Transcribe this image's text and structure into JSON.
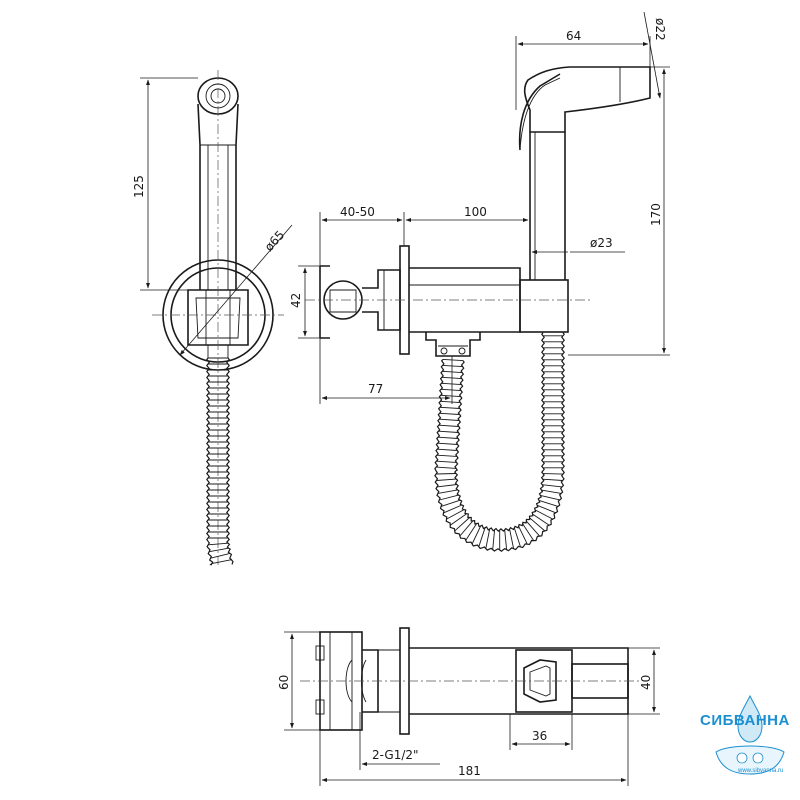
{
  "dimensions": {
    "hose_length": "125",
    "flange_dia": "ø65",
    "head_length": "64",
    "head_dia": "ø22",
    "total_height": "170",
    "wall_offset": "40-50",
    "body_length": "100",
    "holder_dia": "ø23",
    "outlet_height": "42",
    "outlet_offset": "77",
    "plan_width": "60",
    "plan_head": "40",
    "plan_connection": "2-G1/2\"",
    "plan_holder": "36",
    "plan_total": "181"
  },
  "watermark": {
    "brand": "СИБВАННА",
    "url": "www.sibvanna.ru",
    "brand_color": "#1c8fd0"
  }
}
